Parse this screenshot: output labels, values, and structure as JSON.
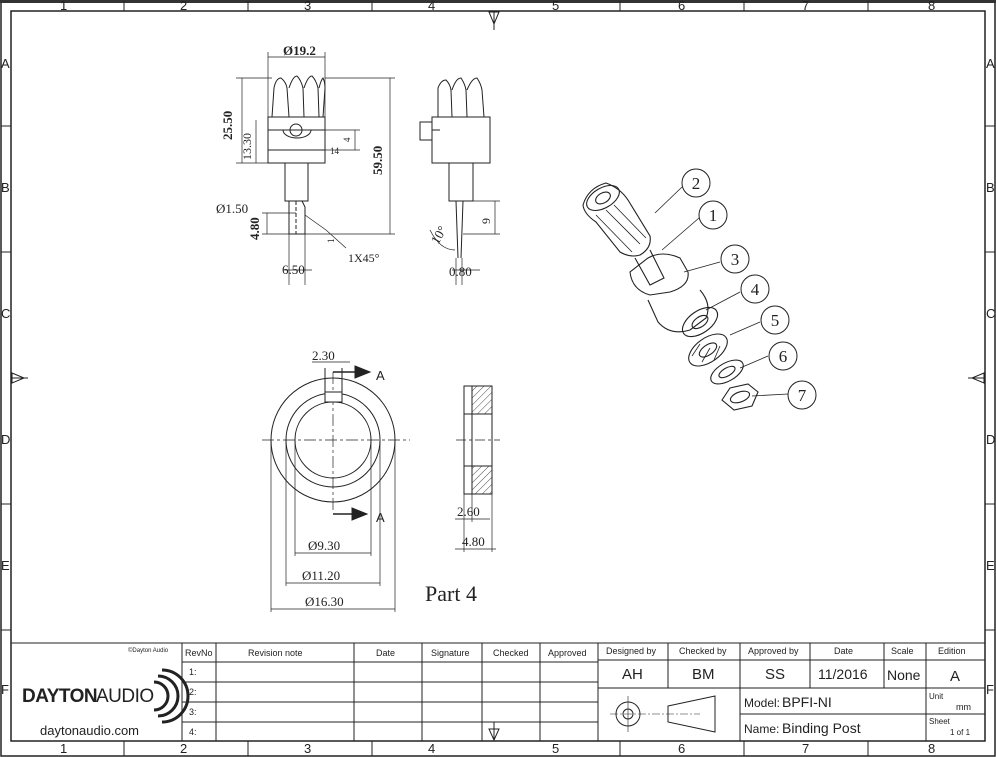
{
  "frame": {
    "columns": [
      "1",
      "2",
      "3",
      "4",
      "5",
      "6",
      "7",
      "8"
    ],
    "rows": [
      "A",
      "B",
      "C",
      "D",
      "E",
      "F"
    ]
  },
  "views": {
    "front": {
      "dia_top": "Ø19.2",
      "h_total": "25.50",
      "h_body": "13.30",
      "dim_4": "4",
      "dim_14": "14",
      "h_overall": "59.50",
      "pin_dia": "Ø1.50",
      "pin_len": "4.80",
      "pin_small": "1",
      "chamfer": "1X45°",
      "width_bottom": "6.50"
    },
    "side": {
      "dim_9": "9",
      "angle": "10°",
      "thickness": "0.80"
    },
    "part4": {
      "slot": "2.30",
      "section_a_top": "A",
      "section_a_bottom": "A",
      "d_inner": "Ø9.30",
      "d_mid": "Ø11.20",
      "d_outer": "Ø16.30",
      "sec_t1": "2.60",
      "sec_t2": "4.80",
      "label": "Part 4"
    },
    "balloons": [
      "2",
      "1",
      "3",
      "4",
      "5",
      "6",
      "7"
    ]
  },
  "title_block": {
    "copyright": "©Dayton Audio",
    "brand_left": "DAYTON",
    "brand_right": "AUDIO",
    "website": "daytonaudio.com",
    "rev_headers": [
      "RevNo",
      "Revision note",
      "Date",
      "Signature",
      "Checked",
      "Approved"
    ],
    "rev_rows": [
      "1:",
      "2:",
      "3:",
      "4:"
    ],
    "designed_by_label": "Designed by",
    "designed_by": "AH",
    "checked_by_label": "Checked by",
    "checked_by": "BM",
    "approved_by_label": "Approved by",
    "approved_by": "SS",
    "date_label": "Date",
    "date": "11/2016",
    "scale_label": "Scale",
    "scale": "None",
    "edition_label": "Edition",
    "edition": "A",
    "model_label": "Model:",
    "model": "BPFI-NI",
    "name_label": "Name:",
    "name": "Binding Post",
    "unit_label": "Unit",
    "unit": "mm",
    "sheet_label": "Sheet",
    "sheet": "1 of 1"
  }
}
